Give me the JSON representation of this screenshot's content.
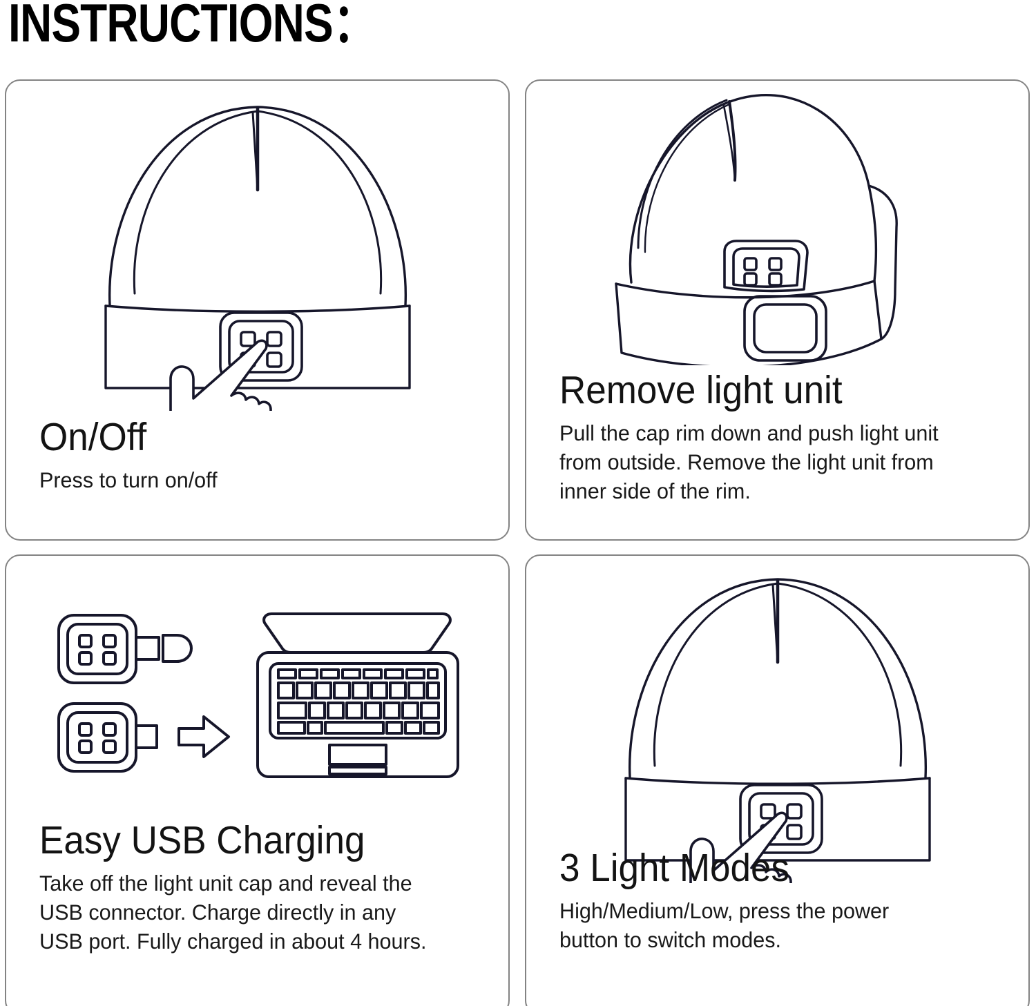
{
  "page": {
    "title": "INSTRUCTIONS：",
    "border_color": "#838383",
    "line_color": "#16162a",
    "text_color": "#131313"
  },
  "panels": [
    {
      "id": "on-off",
      "heading": "On/Off",
      "body_lines": [
        "Press to turn on/off"
      ],
      "illustration": "beanie-front-with-pointing-hand"
    },
    {
      "id": "remove-light-unit",
      "heading": "Remove light unit",
      "body_lines": [
        "Pull the cap rim down and push light unit",
        "from outside. Remove the light unit from",
        "inner side of the rim."
      ],
      "illustration": "beanie-tilted-light-unit-pushed-out"
    },
    {
      "id": "easy-usb-charging",
      "heading": "Easy USB Charging",
      "body_lines": [
        "Take off the light unit cap and reveal the",
        "USB connector. Charge directly in any",
        "USB port. Fully charged in about 4 hours."
      ],
      "illustration": "light-units-usb-cap-arrow-laptop"
    },
    {
      "id": "3-light-modes",
      "heading": "3 Light Modes",
      "body_lines": [
        "High/Medium/Low, press the power",
        "button to switch modes."
      ],
      "illustration": "beanie-front-with-pointing-hand"
    }
  ]
}
